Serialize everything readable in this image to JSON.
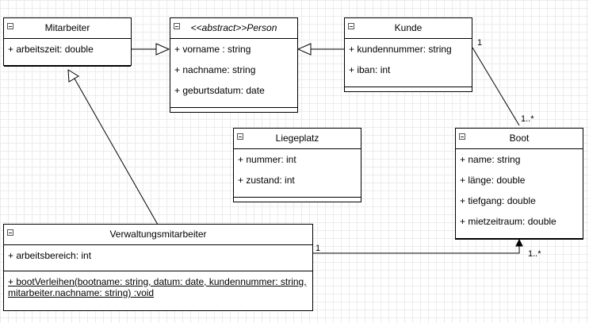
{
  "classes": {
    "mitarbeiter": {
      "name": "Mitarbeiter",
      "attributes": [
        "+ arbeitszeit: double"
      ]
    },
    "person": {
      "name": "<<abstract>>Person",
      "attributes": [
        "+ vorname : string",
        "+ nachname: string",
        "+ geburtsdatum: date"
      ]
    },
    "kunde": {
      "name": "Kunde",
      "attributes": [
        "+ kundennummer: string",
        "+ iban: int"
      ]
    },
    "liegeplatz": {
      "name": "Liegeplatz",
      "attributes": [
        "+ nummer: int",
        "+ zustand: int"
      ]
    },
    "boot": {
      "name": "Boot",
      "attributes": [
        "+ name: string",
        "+ länge: double",
        "+ tiefgang: double",
        "+ mietzeitraum: double"
      ]
    },
    "verwaltungsmitarbeiter": {
      "name": "Verwaltungsmitarbeiter",
      "attributes": [
        "+ arbeitsbereich: int"
      ],
      "operations": [
        "+ bootVerleihen(bootname: string, datum: date, kundennummer: string,\n   mitarbeiter.nachname: string) :void"
      ]
    }
  },
  "associations": {
    "kunde_boot": {
      "source_multiplicity": "1",
      "target_multiplicity": "1..*"
    },
    "verwaltung_boot": {
      "source_multiplicity": "1",
      "target_multiplicity": "1..*"
    }
  }
}
